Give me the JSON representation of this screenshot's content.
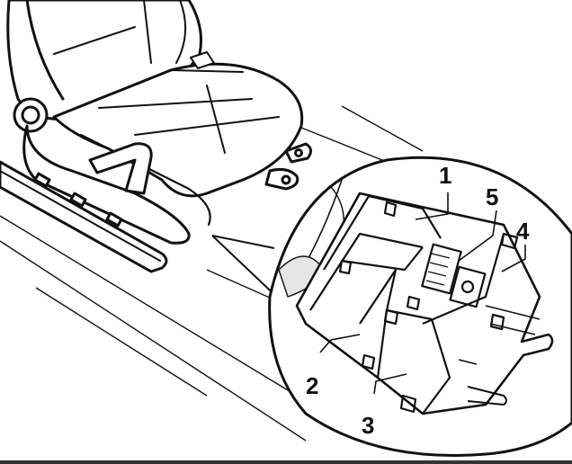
{
  "callouts": {
    "c1": "1",
    "c2": "2",
    "c3": "3",
    "c4": "4",
    "c5": "5"
  },
  "colors": {
    "ink": "#111111",
    "paper": "#ffffff",
    "shade": "#e6e6e6"
  }
}
